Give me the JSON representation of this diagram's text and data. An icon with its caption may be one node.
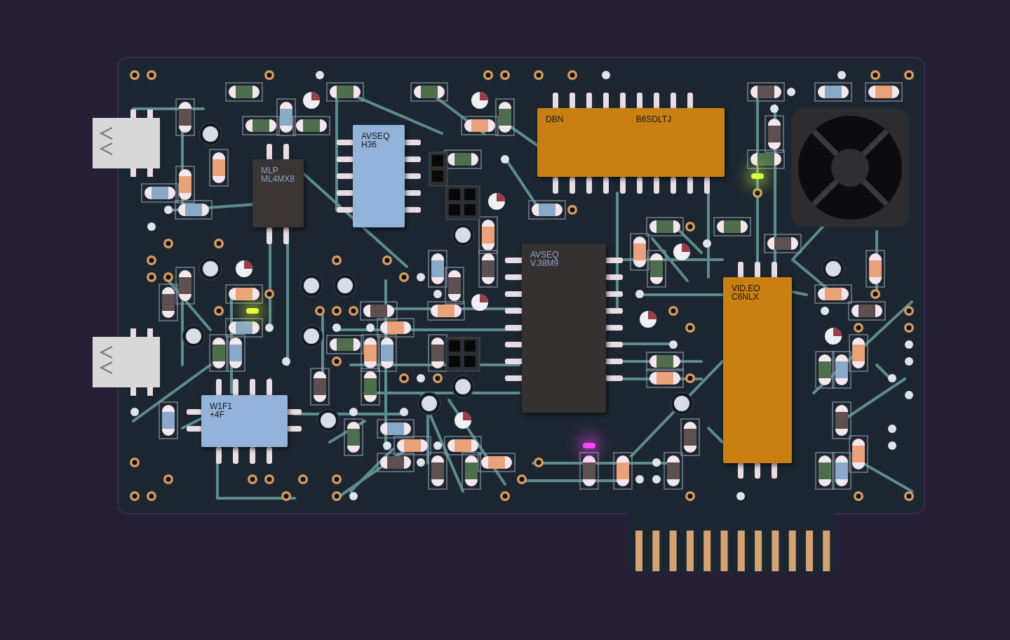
{
  "diagram": {
    "nodes": [
      {
        "text": [
          "DBN B6SDLTJ"
        ]
      },
      {
        "text": [
          "AVSEQ H36"
        ]
      },
      {
        "text": [
          "MLP ML4MX8"
        ]
      },
      {
        "text": [
          "AVSEQ V.38M9"
        ]
      },
      {
        "text": [
          "VID.EO C6NLX"
        ]
      },
      {
        "text": [
          "W1F1 +4F"
        ]
      }
    ],
    "edges": []
  }
}
